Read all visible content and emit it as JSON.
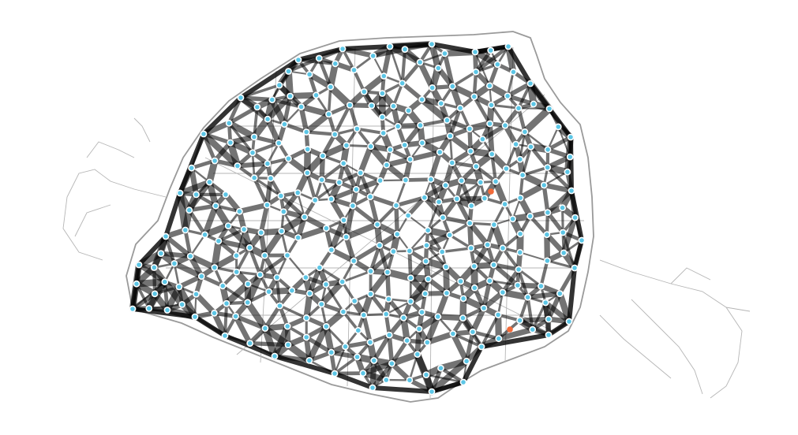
{
  "map": {
    "colors": {
      "background": "#ffffff",
      "streets": "#b5b5b5",
      "edges": "#000000",
      "station_fill": "#5cc6e6",
      "station_stroke": "#ffffff",
      "highlight": "#f26b3a"
    },
    "edge_style": "translucent-black-wide-strokes",
    "station_count_approx": 300,
    "highlight_count": 2
  }
}
